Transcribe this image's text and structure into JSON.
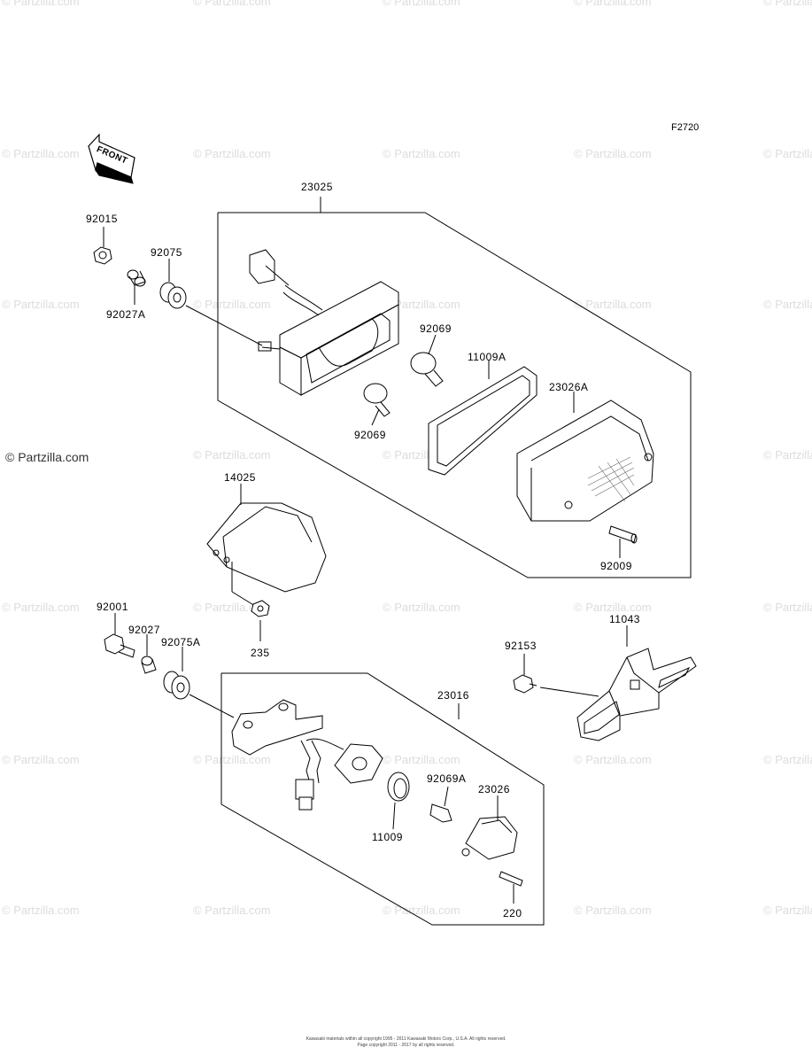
{
  "figure_id": "F2720",
  "watermark_text": "© Partzilla.com",
  "watermark_main": "© Partzilla.com",
  "front_label": "FRONT",
  "parts": {
    "p23025": "23025",
    "p92015": "92015",
    "p92075": "92075",
    "p92027A": "92027A",
    "p92069_top": "92069",
    "p11009A": "11009A",
    "p23026A": "23026A",
    "p92069_bot": "92069",
    "p14025": "14025",
    "p92009": "92009",
    "p92001": "92001",
    "p92027": "92027",
    "p92075A": "92075A",
    "p235": "235",
    "p11043": "11043",
    "p92153": "92153",
    "p23016": "23016",
    "p92069A": "92069A",
    "p23026": "23026",
    "p11009": "11009",
    "p220": "220"
  },
  "footer": {
    "line1": "Kawasaki materials within all copyright 1995 - 2011 Kawasaki Motors Corp., U.S.A. All rights reserved.",
    "line2": "Page copyright 2011 - 2017 by all rights reserved."
  }
}
